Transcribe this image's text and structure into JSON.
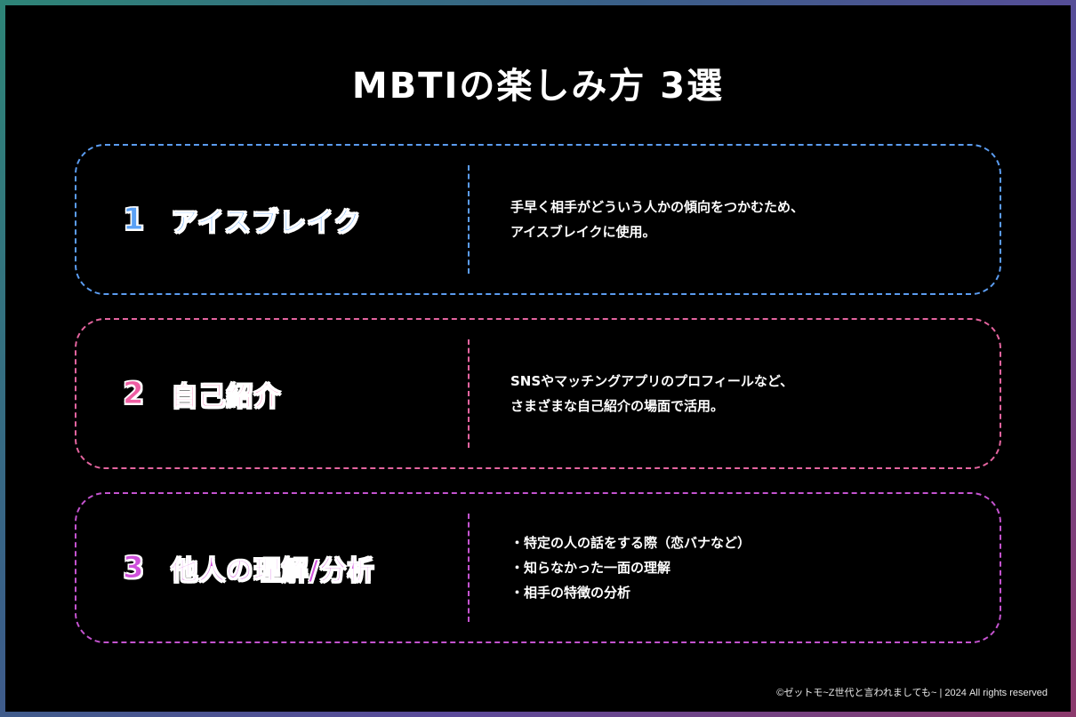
{
  "title": "MBTIの楽しみ方 3選",
  "items": [
    {
      "number": "1",
      "label": "アイスブレイク",
      "description": [
        "手早く相手がどういう人かの傾向をつかむため、",
        "アイスブレイクに使用。"
      ]
    },
    {
      "number": "2",
      "label": "自己紹介",
      "description": [
        "SNSやマッチングアプリのプロフィールなど、",
        "さまざまな自己紹介の場面で活用。"
      ]
    },
    {
      "number": "3",
      "label": "他人の理解/分析",
      "description": [
        "・特定の人の話をする際（恋バナなど）",
        "・知らなかった一面の理解",
        "・相手の特徴の分析"
      ]
    }
  ],
  "footer": "©ゼットモ~Z世代と言われましても~ | 2024 All rights reserved",
  "colors": {
    "card1": "#5b9cf0",
    "card2": "#e4649f",
    "card3": "#c453cf",
    "background": "#000000"
  }
}
